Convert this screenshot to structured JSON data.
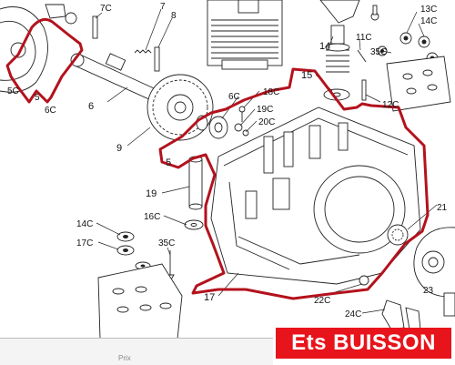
{
  "labels": {
    "l7c": "7C",
    "l7": "7",
    "l8": "8",
    "l13c": "13C",
    "l14c_top": "14C",
    "l14": "14",
    "l11c": "11C",
    "l35c_top": "35C",
    "l5c": "5C",
    "l5_left": "5",
    "l6c_left": "6C",
    "l6": "6",
    "l15": "15",
    "l12c": "12C",
    "l18c": "18C",
    "l6c_mid": "6C",
    "l19c": "19C",
    "l20c": "20C",
    "l9": "9",
    "l5_mid": "5",
    "l19": "19",
    "l16c": "16C",
    "l14c_left": "14C",
    "l17c": "17C",
    "l35c_left": "35C",
    "l21": "21",
    "l17": "17",
    "l22c": "22C",
    "l23": "23",
    "l24c": "24C"
  },
  "watermark": {
    "text": "Ets BUISSON"
  },
  "footer": {
    "text": "Prix"
  },
  "colors": {
    "outline": "#b3121d",
    "watermark_bg": "#e8141c",
    "watermark_text": "#ffffff"
  }
}
